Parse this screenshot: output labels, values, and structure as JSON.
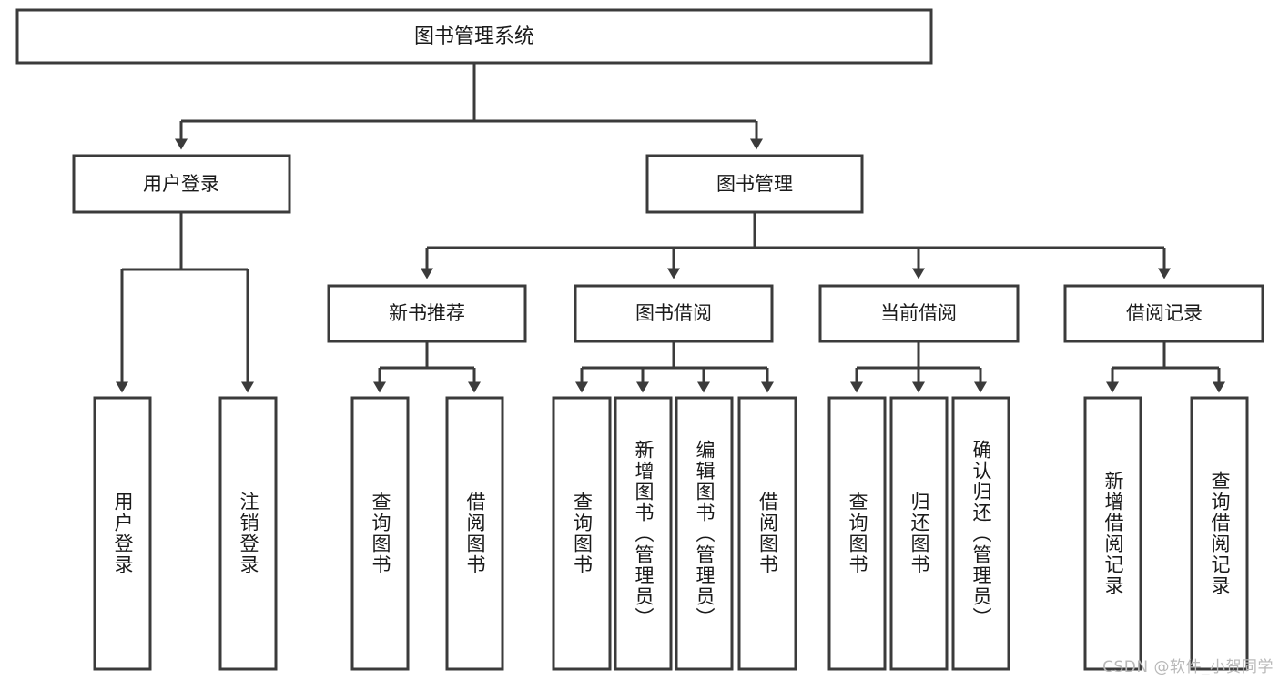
{
  "title": "图书管理系统",
  "watermark": "CSDN @软件_小贺同学",
  "chart_data": {
    "type": "diagram",
    "diagram_kind": "tree-hierarchy",
    "title": "图书管理系统",
    "root": "图书管理系统",
    "levels": 3,
    "nodes": [
      {
        "id": "root",
        "label": "图书管理系统",
        "level": 0,
        "parent": null,
        "orientation": "horizontal"
      },
      {
        "id": "n1",
        "label": "用户登录",
        "level": 1,
        "parent": "root",
        "orientation": "horizontal"
      },
      {
        "id": "n2",
        "label": "图书管理",
        "level": 1,
        "parent": "root",
        "orientation": "horizontal"
      },
      {
        "id": "n2a",
        "label": "新书推荐",
        "level": 2,
        "parent": "n2",
        "orientation": "horizontal"
      },
      {
        "id": "n2b",
        "label": "图书借阅",
        "level": 2,
        "parent": "n2",
        "orientation": "horizontal"
      },
      {
        "id": "n2c",
        "label": "当前借阅",
        "level": 2,
        "parent": "n2",
        "orientation": "horizontal"
      },
      {
        "id": "n2d",
        "label": "借阅记录",
        "level": 2,
        "parent": "n2",
        "orientation": "horizontal"
      },
      {
        "id": "l1",
        "label": "用户登录",
        "level": 3,
        "parent": "n1",
        "orientation": "vertical"
      },
      {
        "id": "l2",
        "label": "注销登录",
        "level": 3,
        "parent": "n1",
        "orientation": "vertical"
      },
      {
        "id": "l3",
        "label": "查询图书",
        "level": 3,
        "parent": "n2a",
        "orientation": "vertical"
      },
      {
        "id": "l4",
        "label": "借阅图书",
        "level": 3,
        "parent": "n2a",
        "orientation": "vertical"
      },
      {
        "id": "l5",
        "label": "查询图书",
        "level": 3,
        "parent": "n2b",
        "orientation": "vertical"
      },
      {
        "id": "l6",
        "label": "新增图书（管理员）",
        "level": 3,
        "parent": "n2b",
        "orientation": "vertical"
      },
      {
        "id": "l7",
        "label": "编辑图书（管理员）",
        "level": 3,
        "parent": "n2b",
        "orientation": "vertical"
      },
      {
        "id": "l8",
        "label": "借阅图书",
        "level": 3,
        "parent": "n2b",
        "orientation": "vertical"
      },
      {
        "id": "l9",
        "label": "查询图书",
        "level": 3,
        "parent": "n2c",
        "orientation": "vertical"
      },
      {
        "id": "l10",
        "label": "归还图书",
        "level": 3,
        "parent": "n2c",
        "orientation": "vertical"
      },
      {
        "id": "l11",
        "label": "确认归还（管理员）",
        "level": 3,
        "parent": "n2c",
        "orientation": "vertical"
      },
      {
        "id": "l12",
        "label": "新增借阅记录",
        "level": 3,
        "parent": "n2d",
        "orientation": "vertical"
      },
      {
        "id": "l13",
        "label": "查询借阅记录",
        "level": 3,
        "parent": "n2d",
        "orientation": "vertical"
      }
    ],
    "edges": [
      {
        "from": "root",
        "to": "n1"
      },
      {
        "from": "root",
        "to": "n2"
      },
      {
        "from": "n2",
        "to": "n2a"
      },
      {
        "from": "n2",
        "to": "n2b"
      },
      {
        "from": "n2",
        "to": "n2c"
      },
      {
        "from": "n2",
        "to": "n2d"
      },
      {
        "from": "n1",
        "to": "l1"
      },
      {
        "from": "n1",
        "to": "l2"
      },
      {
        "from": "n2a",
        "to": "l3"
      },
      {
        "from": "n2a",
        "to": "l4"
      },
      {
        "from": "n2b",
        "to": "l5"
      },
      {
        "from": "n2b",
        "to": "l6"
      },
      {
        "from": "n2b",
        "to": "l7"
      },
      {
        "from": "n2b",
        "to": "l8"
      },
      {
        "from": "n2c",
        "to": "l9"
      },
      {
        "from": "n2c",
        "to": "l10"
      },
      {
        "from": "n2c",
        "to": "l11"
      },
      {
        "from": "n2d",
        "to": "l12"
      },
      {
        "from": "n2d",
        "to": "l13"
      }
    ],
    "colors": {
      "box_fill": "#ffffff",
      "box_stroke": "#3b3b3b",
      "text": "#1a1a1a",
      "watermark": "#b9b9b9"
    },
    "edge_style": "orthogonal-with-arrowheads"
  },
  "nodes": {
    "root": "图书管理系统",
    "n1": "用户登录",
    "n2": "图书管理",
    "n2a": "新书推荐",
    "n2b": "图书借阅",
    "n2c": "当前借阅",
    "n2d": "借阅记录",
    "l1": "用户登录",
    "l2": "注销登录",
    "l3": "查询图书",
    "l4": "借阅图书",
    "l5": "查询图书",
    "l6": "新增图书（管理员）",
    "l7": "编辑图书（管理员）",
    "l8": "借阅图书",
    "l9": "查询图书",
    "l10": "归还图书",
    "l11": "确认归还（管理员）",
    "l12": "新增借阅记录",
    "l13": "查询借阅记录"
  }
}
